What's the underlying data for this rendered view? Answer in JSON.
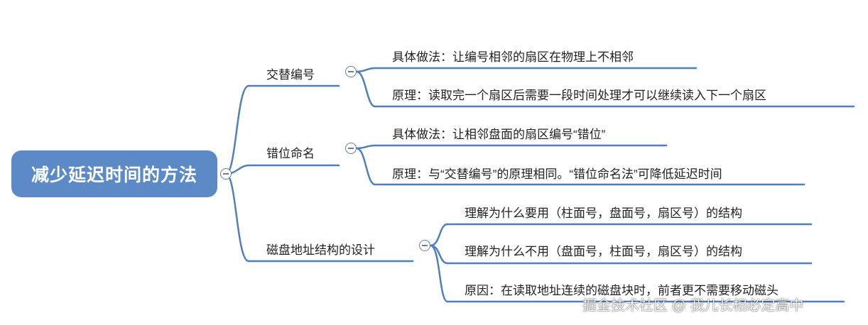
{
  "root": {
    "label": "减少延迟时间的方法"
  },
  "branches": [
    {
      "label": "交替编号",
      "children": [
        "具体做法：让编号相邻的扇区在物理上不相邻",
        "原理：读取完一个扇区后需要一段时间处理才可以继续读入下一个扇区"
      ]
    },
    {
      "label": "错位命名",
      "children": [
        "具体做法：让相邻盘面的扇区编号“错位”",
        "原理：与“交替编号”的原理相同。“错位命名法”可降低延迟时间"
      ]
    },
    {
      "label": "磁盘地址结构的设计",
      "children": [
        "理解为什么要用（柱面号，盘面号，扇区号）的结构",
        "理解为什么不用（盘面号，柱面号，扇区号）的结构",
        "原因：在读取地址连续的磁盘块时，前者更不需要移动磁头"
      ]
    }
  ],
  "watermark": "掘金技术社区 @ 我儿长相必定高中",
  "colors": {
    "root_fill": "#5b8ac7",
    "line": "#4f7fbf",
    "root_text": "#ffffff"
  }
}
